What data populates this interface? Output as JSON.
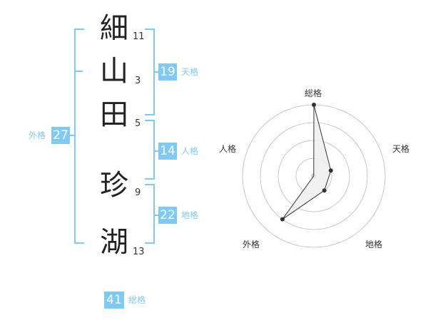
{
  "name": {
    "chars": [
      {
        "char": "細",
        "strokes": "11"
      },
      {
        "char": "山",
        "strokes": "3"
      },
      {
        "char": "田",
        "strokes": "5"
      },
      {
        "char": "珍",
        "strokes": "9"
      },
      {
        "char": "湖",
        "strokes": "13"
      }
    ]
  },
  "scores": {
    "tenkaku": {
      "value": "19",
      "label": "天格"
    },
    "jinkaku": {
      "value": "14",
      "label": "人格"
    },
    "chikaku": {
      "value": "22",
      "label": "地格"
    },
    "gaikaku": {
      "value": "27",
      "label": "外格"
    },
    "soukaku": {
      "value": "41",
      "label": "総格"
    }
  },
  "colors": {
    "accent": "#7fcaf5",
    "text": "#222222",
    "grid": "#bbbbbb",
    "radar_fill": "#eeeeee",
    "radar_line": "#333333"
  },
  "chart_data": {
    "type": "radar",
    "axes": [
      "総格",
      "天格",
      "地格",
      "外格",
      "人格"
    ],
    "values": [
      4,
      1,
      1,
      3,
      0
    ],
    "rmax": 4,
    "rings": 4
  }
}
